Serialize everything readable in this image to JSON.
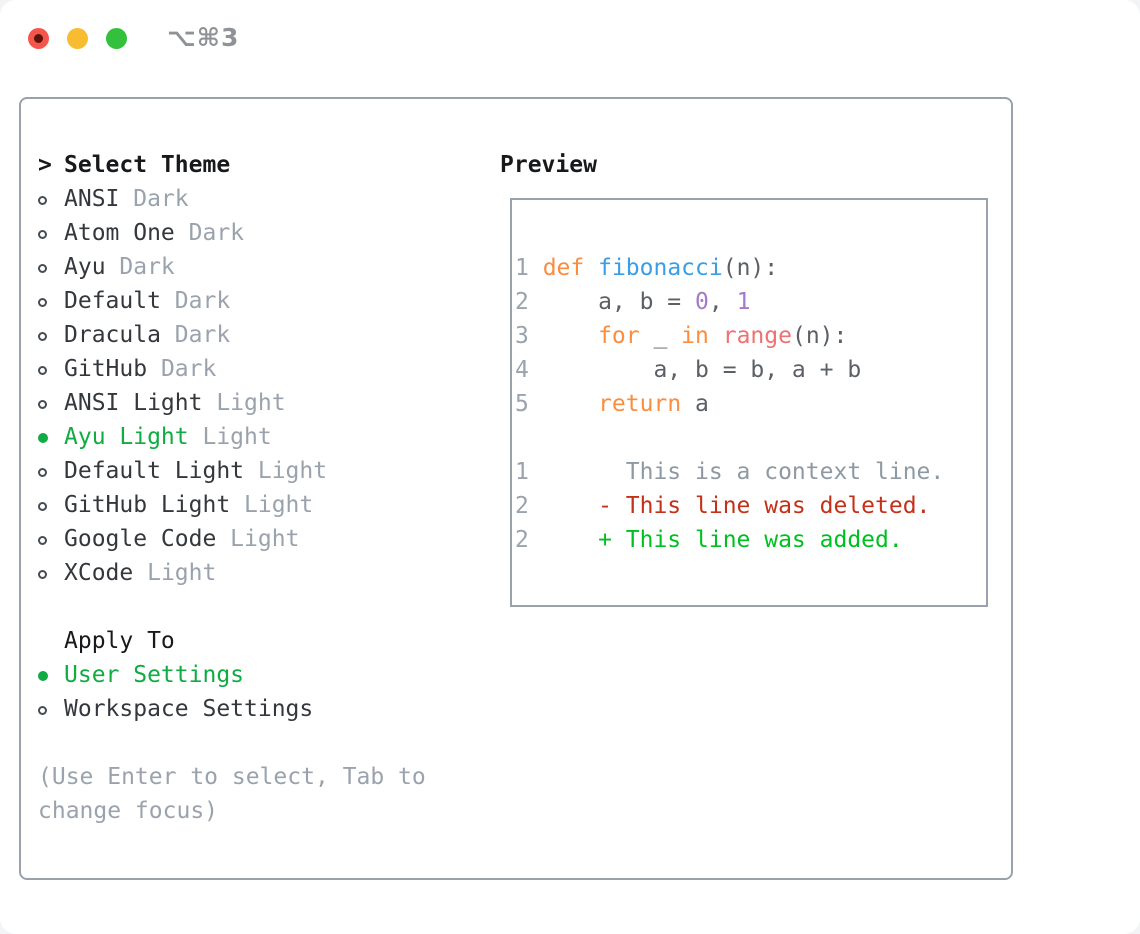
{
  "window": {
    "title": "⌥⌘3"
  },
  "traffic_lights": [
    {
      "name": "close",
      "color": "#f4564d"
    },
    {
      "name": "minimize",
      "color": "#f7bc30"
    },
    {
      "name": "zoom",
      "color": "#33c03c"
    }
  ],
  "theme_picker": {
    "header_prefix": ">",
    "header": "Select Theme",
    "items": [
      {
        "name": "ANSI",
        "variant": "Dark",
        "selected": false
      },
      {
        "name": "Atom One",
        "variant": "Dark",
        "selected": false
      },
      {
        "name": "Ayu",
        "variant": "Dark",
        "selected": false
      },
      {
        "name": "Default",
        "variant": "Dark",
        "selected": false
      },
      {
        "name": "Dracula",
        "variant": "Dark",
        "selected": false
      },
      {
        "name": "GitHub",
        "variant": "Dark",
        "selected": false
      },
      {
        "name": "ANSI Light",
        "variant": "Light",
        "selected": false
      },
      {
        "name": "Ayu Light",
        "variant": "Light",
        "selected": true
      },
      {
        "name": "Default Light",
        "variant": "Light",
        "selected": false
      },
      {
        "name": "GitHub Light",
        "variant": "Light",
        "selected": false
      },
      {
        "name": "Google Code",
        "variant": "Light",
        "selected": false
      },
      {
        "name": "XCode",
        "variant": "Light",
        "selected": false
      }
    ]
  },
  "apply_to": {
    "header": "Apply To",
    "options": [
      {
        "label": "User Settings",
        "selected": true
      },
      {
        "label": "Workspace Settings",
        "selected": false
      }
    ]
  },
  "help_text": {
    "line1": "(Use Enter to select, Tab to",
    "line2": "change focus)"
  },
  "preview": {
    "title": "Preview",
    "code_lines": [
      {
        "num": "1",
        "segments": [
          {
            "t": "def",
            "c": "keyword"
          },
          {
            "t": " ",
            "c": "plain"
          },
          {
            "t": "fibonacci",
            "c": "function"
          },
          {
            "t": "(n):",
            "c": "plain"
          }
        ]
      },
      {
        "num": "2",
        "segments": [
          {
            "t": "    a, b = ",
            "c": "plain"
          },
          {
            "t": "0",
            "c": "number"
          },
          {
            "t": ", ",
            "c": "plain"
          },
          {
            "t": "1",
            "c": "number"
          }
        ]
      },
      {
        "num": "3",
        "segments": [
          {
            "t": "    ",
            "c": "plain"
          },
          {
            "t": "for",
            "c": "keyword"
          },
          {
            "t": " _ ",
            "c": "plain"
          },
          {
            "t": "in",
            "c": "keyword"
          },
          {
            "t": " ",
            "c": "plain"
          },
          {
            "t": "range",
            "c": "call"
          },
          {
            "t": "(n):",
            "c": "plain"
          }
        ]
      },
      {
        "num": "4",
        "segments": [
          {
            "t": "        a, b = b, a + b",
            "c": "plain"
          }
        ]
      },
      {
        "num": "5",
        "segments": [
          {
            "t": "    ",
            "c": "plain"
          },
          {
            "t": "return",
            "c": "keyword"
          },
          {
            "t": " a",
            "c": "plain"
          }
        ]
      },
      {
        "num": "",
        "segments": []
      },
      {
        "num": "1",
        "segments": [
          {
            "t": "      This is a context line.",
            "c": "context"
          }
        ]
      },
      {
        "num": "2",
        "segments": [
          {
            "t": "    - This line was deleted.",
            "c": "deleted"
          }
        ]
      },
      {
        "num": "2",
        "segments": [
          {
            "t": "    + This line was added.",
            "c": "added"
          }
        ]
      }
    ]
  },
  "colors": {
    "selected-green": "#10ab42",
    "keyword": "#fa8d3e",
    "function": "#399ee6",
    "number": "#a37acc",
    "call": "#f07171",
    "code-plain": "#5b6066",
    "line-number": "#9aa3ad",
    "muted": "#9aa3ad",
    "context": "#8f99a3",
    "deleted": "#c43119",
    "added": "#00c020",
    "border": "#99a2ac",
    "traffic-red": "#f4564d",
    "traffic-yellow": "#f7bc30",
    "traffic-green": "#33c03c",
    "title-gray": "#8f9398"
  }
}
